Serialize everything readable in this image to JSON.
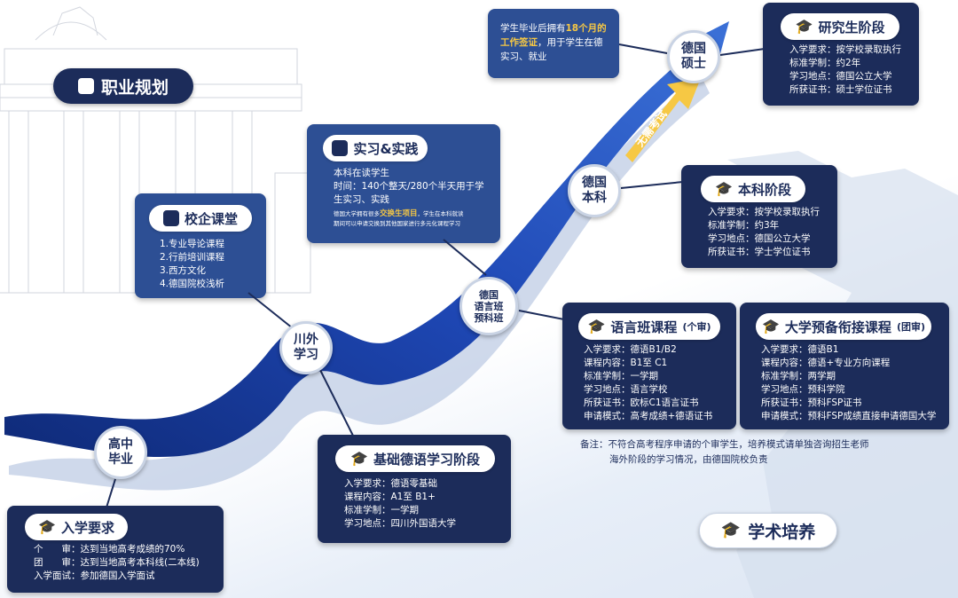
{
  "colors": {
    "navy": "#1c2c5a",
    "blue": "#2d4f94",
    "accent": "#f6c844"
  },
  "career_label": "职业规划",
  "academic_label": "学术培养",
  "arrow_text": "无需考试",
  "nodes": {
    "hs": [
      "高中",
      "毕业"
    ],
    "sisu": [
      "川外",
      "学习"
    ],
    "prep": [
      "德国",
      "语言班",
      "预科班"
    ],
    "bachelor": [
      "德国",
      "本科"
    ],
    "master": [
      "德国",
      "硕士"
    ]
  },
  "admission": {
    "title": "入学要求",
    "lines": [
      "个　　审：达到当地高考成绩的70%",
      "团　　审：达到当地高考本科线(二本线)",
      "入学面试：参加德国入学面试"
    ]
  },
  "basic_german": {
    "title": "基础德语学习阶段",
    "lines": [
      "入学要求：德语零基础",
      "课程内容：A1至 B1+",
      "标准学制：一学期",
      "学习地点：四川外国语大学"
    ]
  },
  "school_course": {
    "title": "校企课堂",
    "lines": [
      "1.专业导论课程",
      "2.行前培训课程",
      "3.西方文化",
      "4.德国院校浅析"
    ]
  },
  "internship": {
    "title": "实习&实践",
    "lines": [
      "本科在读学生",
      "时间：140个整天/280个半天用于学",
      "生实习、实践"
    ],
    "small_prefix": "德国大学拥有很多",
    "small_highlight": "交换生项目",
    "small_suffix": "，学生在本科就读",
    "small_line2": "期间可以申请交换到其他国家进行多元化课程学习"
  },
  "work_visa": {
    "prefix": "学生毕业后拥有",
    "highlight1": "18个月的",
    "highlight2": "工作签证",
    "suffix": "，用于学生在德",
    "line3": "实习、就业"
  },
  "graduate": {
    "title": "研究生阶段",
    "lines": [
      "入学要求：按学校录取执行",
      "标准学制：约2年",
      "学习地点：德国公立大学",
      "所获证书：硕士学位证书"
    ]
  },
  "undergrad": {
    "title": "本科阶段",
    "lines": [
      "入学要求：按学校录取执行",
      "标准学制：约3年",
      "学习地点：德国公立大学",
      "所获证书：学士学位证书"
    ]
  },
  "language": {
    "title": "语言班课程",
    "sub": "(个审)",
    "lines": [
      "入学要求：德语B1/B2",
      "课程内容：B1至 C1",
      "标准学制：一学期",
      "学习地点：语言学校",
      "所获证书：欧标C1语言证书",
      "申请模式：高考成绩+德语证书"
    ]
  },
  "foundation": {
    "title": "大学预备衔接课程",
    "sub": "(团审)",
    "lines": [
      "入学要求：德语B1",
      "课程内容：德语+专业方向课程",
      "标准学制：两学期",
      "学习地点：预科学院",
      "所获证书：预科FSP证书",
      "申请模式：预科FSP成绩直接申请德国大学"
    ]
  },
  "note": [
    "备注：不符合高考程序申请的个审学生，培养模式请单独咨询招生老师",
    "海外阶段的学习情况，由德国院校负责"
  ]
}
